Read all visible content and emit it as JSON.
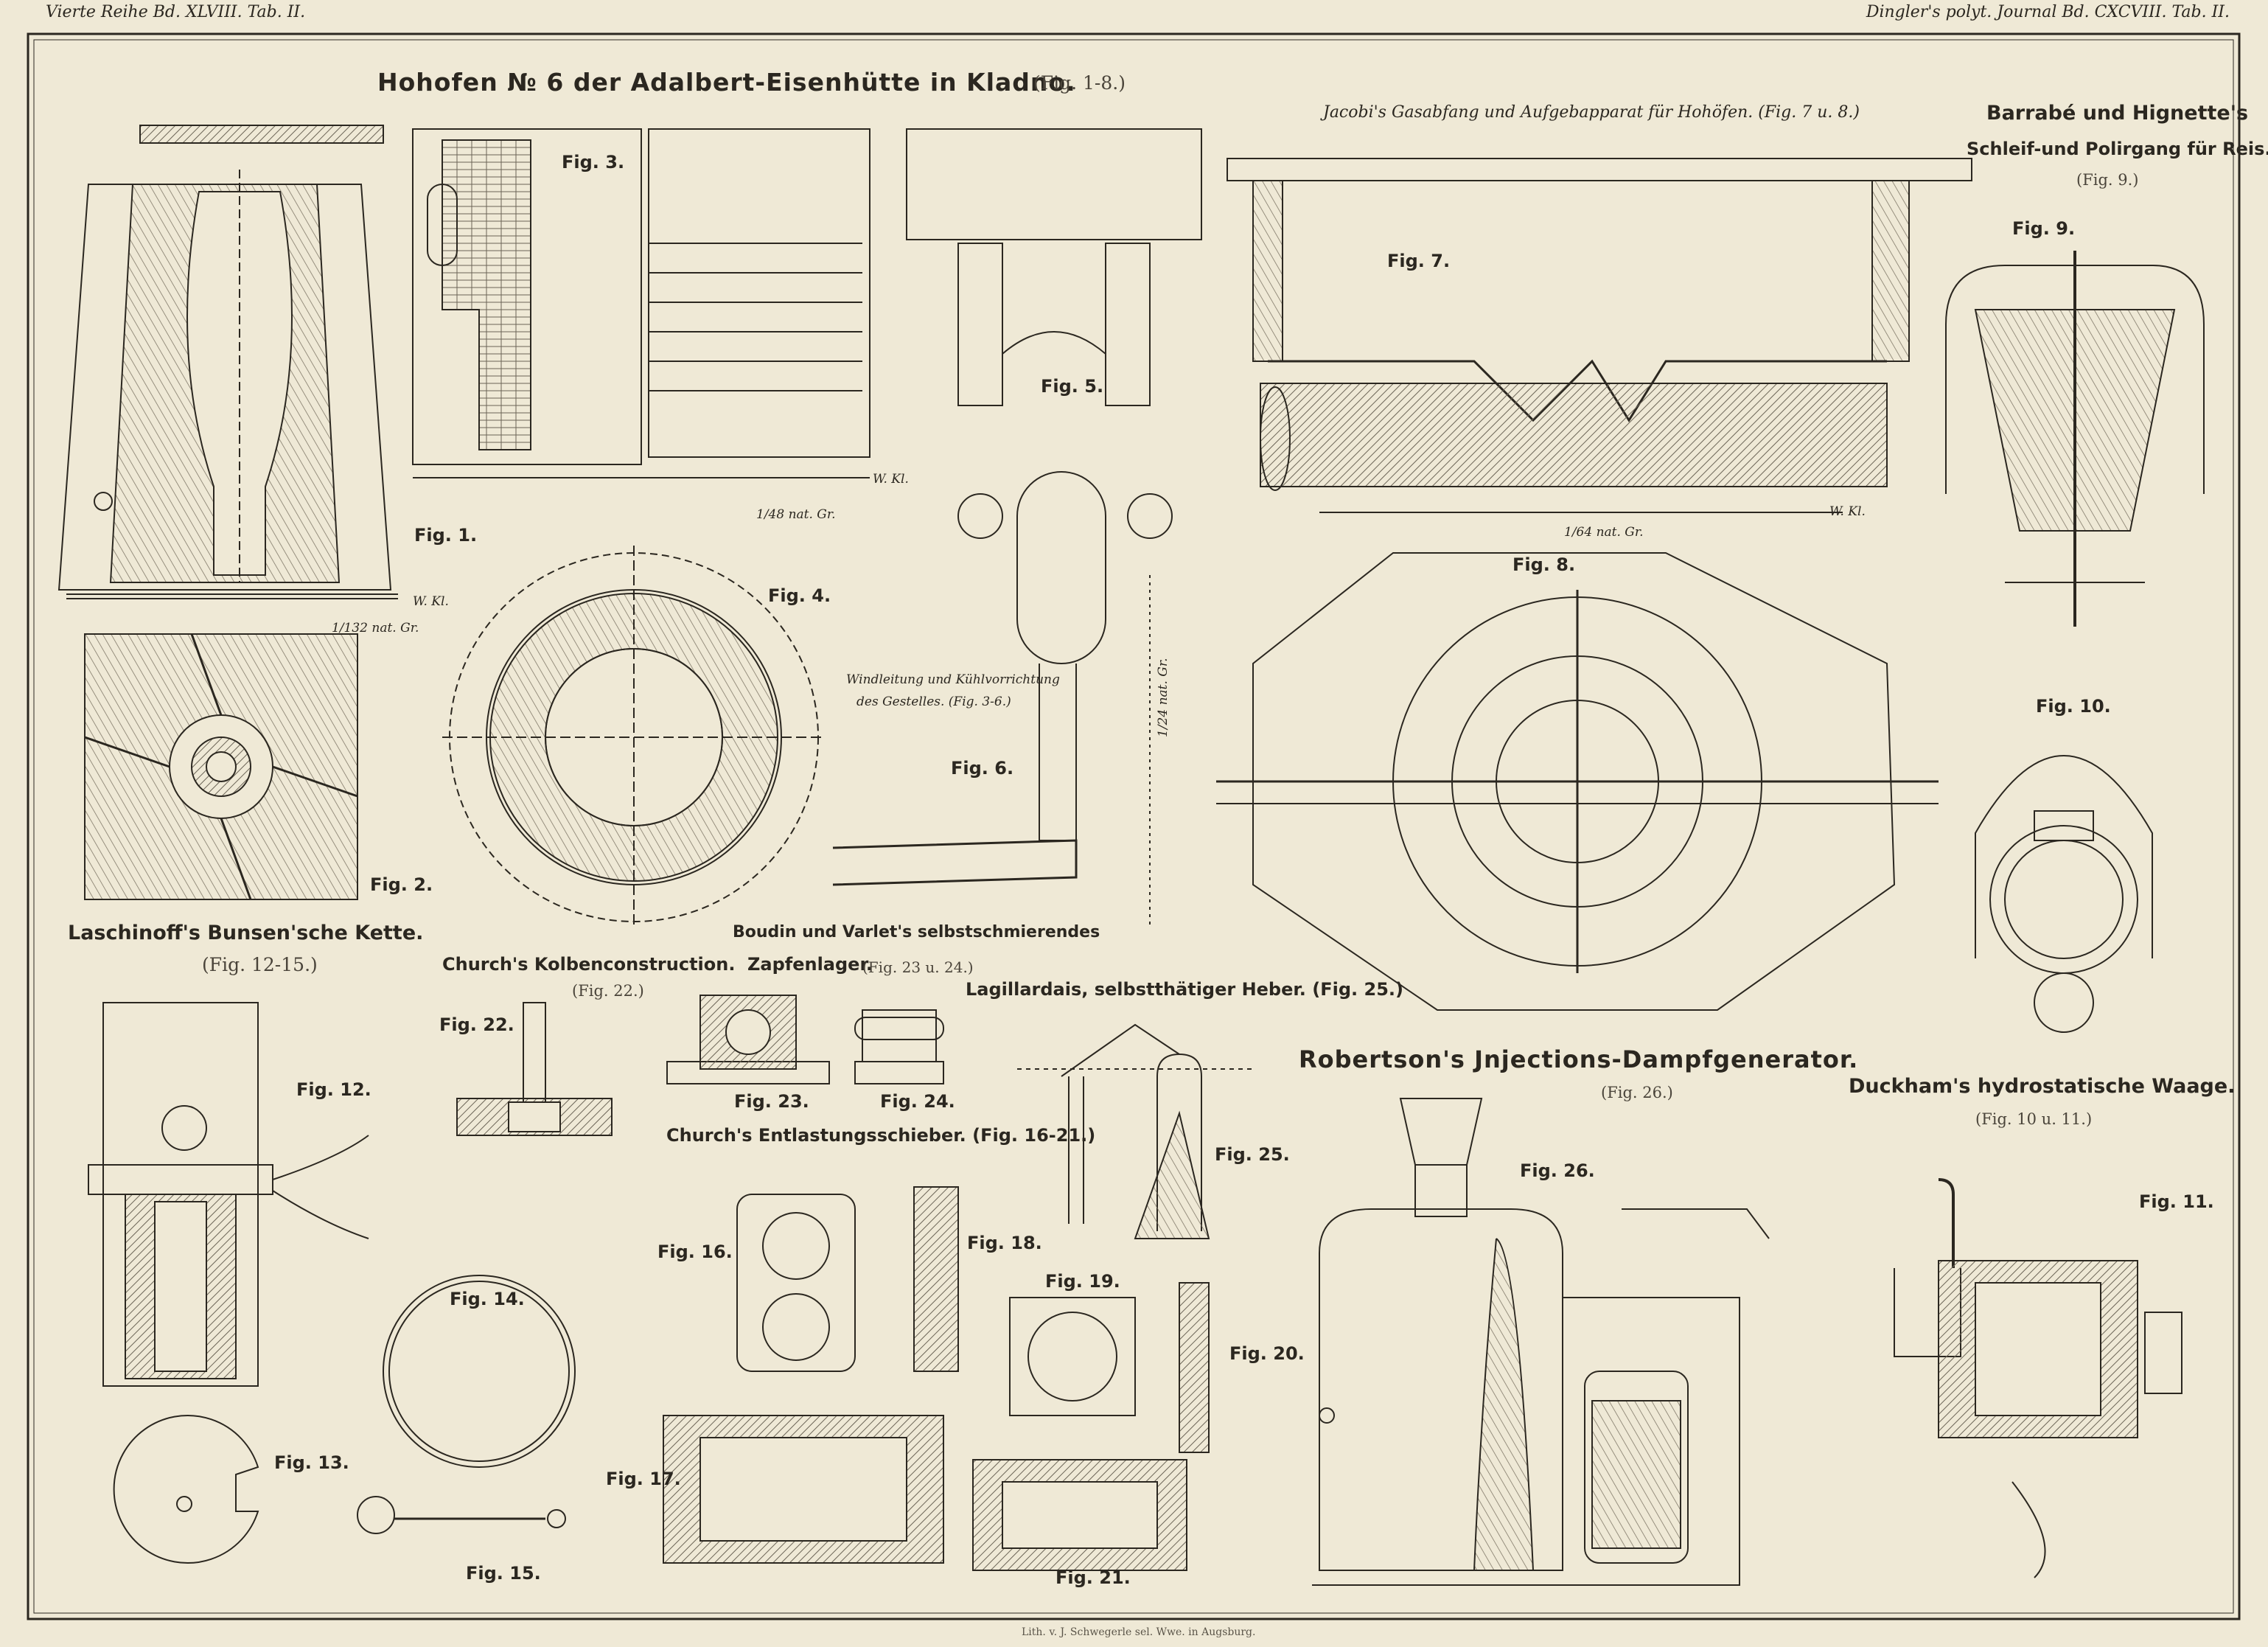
{
  "header": {
    "left": "Vierte Reihe Bd. XLVIII. Tab. II.",
    "right": "Dingler's polyt. Journal Bd. CXCVIII. Tab. II."
  },
  "titles": {
    "hohofen": "Hohofen № 6 der Adalbert-Eisenhütte in Kladno.",
    "hohofen_figs": "(Fig. 1-8.)",
    "jacobi": "Jacobi's Gasabfang und Aufgebapparat für Hohöfen. (Fig. 7 u. 8.)",
    "barrabe_1": "Barrabé und Hignette's",
    "barrabe_2": "Schleif-und Polirgang für Reis.",
    "barrabe_figs": "(Fig. 9.)",
    "laschinoff": "Laschinoff's Bunsen'sche Kette.",
    "laschinoff_figs": "(Fig. 12-15.)",
    "church_kolben": "Church's Kolbenconstruction.",
    "church_kolben_figs": "(Fig. 22.)",
    "windleitung_1": "Windleitung und Kühlvorrichtung",
    "windleitung_2": "des Gestelles. (Fig. 3-6.)",
    "boudin_1": "Boudin und Varlet's selbstschmierendes",
    "boudin_2": "Zapfenlager.",
    "boudin_figs": "(Fig. 23 u. 24.)",
    "lagillardais": "Lagillardais, selbstthätiger Heber. (Fig. 25.)",
    "robertson": "Robertson's Jnjections-Dampfgenerator.",
    "robertson_figs": "(Fig. 26.)",
    "duckham": "Duckham's hydrostatische Waage.",
    "duckham_figs": "(Fig. 10 u. 11.)",
    "church_entlastung": "Church's Entlastungsschieber. (Fig. 16-21.)"
  },
  "figures": {
    "f1": "Fig. 1.",
    "f2": "Fig. 2.",
    "f3": "Fig. 3.",
    "f4": "Fig. 4.",
    "f5": "Fig. 5.",
    "f6": "Fig. 6.",
    "f7": "Fig. 7.",
    "f8": "Fig. 8.",
    "f9": "Fig. 9.",
    "f10": "Fig. 10.",
    "f11": "Fig. 11.",
    "f12": "Fig. 12.",
    "f13": "Fig. 13.",
    "f14": "Fig. 14.",
    "f15": "Fig. 15.",
    "f16": "Fig. 16.",
    "f17": "Fig. 17.",
    "f18": "Fig. 18.",
    "f19": "Fig. 19.",
    "f20": "Fig. 20.",
    "f21": "Fig. 21.",
    "f22": "Fig. 22.",
    "f23": "Fig. 23.",
    "f24": "Fig. 24.",
    "f25": "Fig. 25.",
    "f26": "Fig. 26."
  },
  "scales": {
    "s1": "1/132 nat. Gr.",
    "s3": "1/48 nat. Gr.",
    "s6": "1/24 nat. Gr.",
    "s7": "1/64 nat. Gr.",
    "wkl": "W. Kl."
  },
  "footer": "Lith. v. J. Schwegerle sel. Wwe. in Augsburg.",
  "colors": {
    "paper": "#efe9d6",
    "ink": "#2b2720",
    "hatch": "#6b6456"
  }
}
